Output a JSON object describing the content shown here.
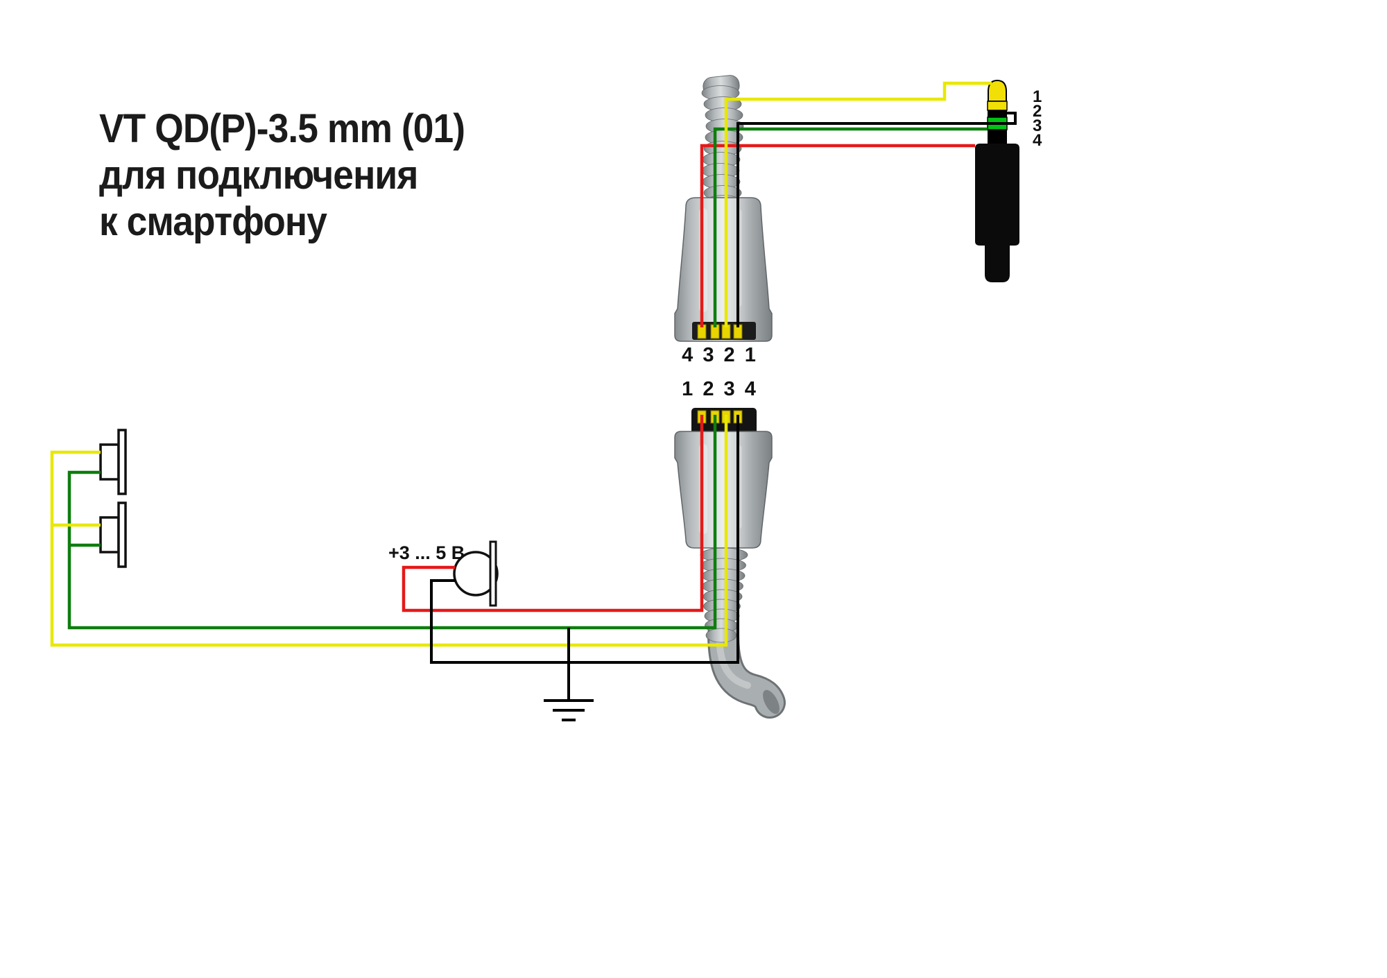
{
  "title": {
    "lines": [
      "VT QD(P)-3.5 mm (01)",
      "для подключения",
      "к смартфону"
    ]
  },
  "connectors": {
    "top": {
      "pin_labels": "4 3 2 1"
    },
    "bottom": {
      "pin_labels": "1 2 3 4"
    }
  },
  "jack": {
    "pins": [
      "1",
      "2",
      "3",
      "4"
    ],
    "tip_color": "#f2df05",
    "ring2_color": "#f2df05",
    "ring3_color": "#00c313",
    "body_color": "#0b0b0b"
  },
  "mic": {
    "voltage_label": "+3 ... 5 В"
  },
  "colors": {
    "wire_yellow": "#e8e800",
    "wire_green": "#0e7d0e",
    "wire_red": "#e51919",
    "wire_black": "#000000"
  }
}
